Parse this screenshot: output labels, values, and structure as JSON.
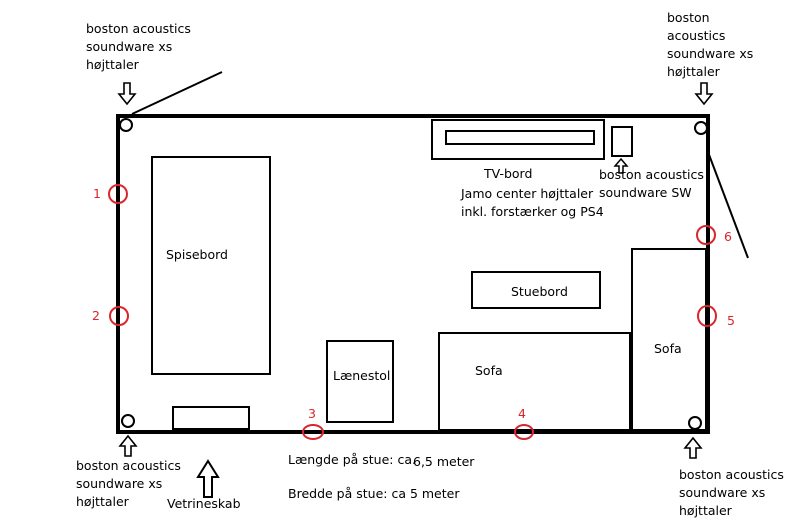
{
  "speaker_labels": {
    "top_left": [
      "boston acoustics",
      "soundware xs",
      "højttaler"
    ],
    "top_right": [
      "boston",
      "acoustics",
      "soundware xs",
      "højttaler"
    ],
    "bottom_left": [
      "boston acoustics",
      "soundware xs",
      "højttaler"
    ],
    "bottom_right": [
      "boston acoustics",
      "soundware xs",
      "højttaler"
    ]
  },
  "subwoofer_label": [
    "boston acoustics",
    "soundware SW"
  ],
  "furniture": {
    "dining_table": "Spisebord",
    "tv_table": "TV-bord",
    "center_speaker": [
      "Jamo center højttaler",
      "inkl. forstærker og PS4"
    ],
    "coffee_table": "Stuebord",
    "sofa_bottom": "Sofa",
    "sofa_right": "Sofa",
    "armchair": "Lænestol",
    "cabinet": "Vetrineskab"
  },
  "position_markers": [
    "1",
    "2",
    "3",
    "4",
    "5",
    "6"
  ],
  "dimensions": {
    "length": "Længde på stue: ca.",
    "length_value": "6,5 meter",
    "width": "Bredde på stue: ca 5 meter"
  },
  "colors": {
    "outline": "#000000",
    "marker": "#d9262b"
  }
}
